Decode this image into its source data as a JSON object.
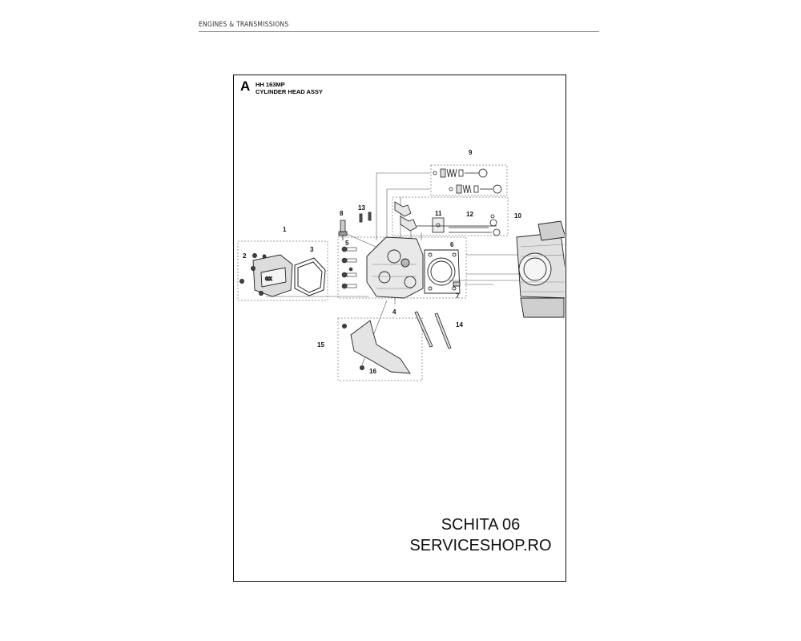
{
  "page": {
    "header": "ENGINES & TRANSMISSIONS"
  },
  "figure": {
    "letter": "A",
    "model": "HH 163MP",
    "title": "CYLINDER HEAD ASSY"
  },
  "callouts": {
    "c1": "1",
    "c2": "2",
    "c3": "3",
    "c4": "4",
    "c5": "5",
    "c6": "6",
    "c7": "7",
    "c8": "8",
    "c9": "9",
    "c10": "10",
    "c11": "11",
    "c12": "12",
    "c13": "13",
    "c14": "14",
    "c15": "15",
    "c16": "16"
  },
  "watermark": {
    "line1": "SCHITA 06",
    "line2": "SERVICESHOP.RO"
  }
}
